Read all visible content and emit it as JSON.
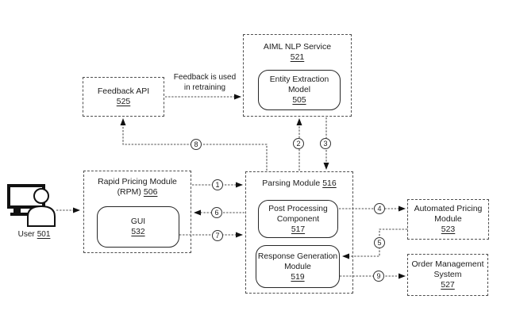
{
  "diagram": {
    "nodes": {
      "user": {
        "label": "User",
        "ref": "501"
      },
      "feedback_api": {
        "title": "Feedback API",
        "ref": "525"
      },
      "aiml_nlp_service": {
        "title": "AIML NLP Service",
        "ref": "521"
      },
      "entity_extraction_model": {
        "line1": "Entity Extraction",
        "line2": "Model",
        "ref": "505"
      },
      "rapid_pricing_module": {
        "title": "Rapid Pricing Module",
        "subtitle_prefix": "(RPM)",
        "ref": "506"
      },
      "gui": {
        "title": "GUI",
        "ref": "532"
      },
      "parsing_module": {
        "title": "Parsing Module",
        "ref": "516"
      },
      "post_processing_component": {
        "line1": "Post Processing",
        "line2": "Component",
        "ref": "517"
      },
      "response_generation_module": {
        "line1": "Response Generation",
        "line2": "Module",
        "ref": "519"
      },
      "automated_pricing_module": {
        "line1": "Automated Pricing",
        "line2": "Module",
        "ref": "523"
      },
      "order_management_system": {
        "line1": "Order Management",
        "line2": "System",
        "ref": "527"
      }
    },
    "annotations": {
      "feedback_note_line1": "Feedback is used",
      "feedback_note_line2": "in retraining"
    },
    "connectors": [
      {
        "label": "1",
        "from": "rapid-pricing-module",
        "to": "parsing-module"
      },
      {
        "label": "2",
        "from": "parsing-module",
        "to": "aiml-nlp-service"
      },
      {
        "label": "3",
        "from": "aiml-nlp-service",
        "to": "parsing-module"
      },
      {
        "label": "4",
        "from": "post-processing-component",
        "to": "automated-pricing-module"
      },
      {
        "label": "5",
        "from": "automated-pricing-module",
        "to": "response-generation-module"
      },
      {
        "label": "6",
        "from": "parsing-module",
        "to": "rapid-pricing-module"
      },
      {
        "label": "7",
        "from": "gui",
        "to": "parsing-module"
      },
      {
        "label": "8",
        "from": "parsing-module",
        "to": "feedback-api"
      },
      {
        "label": "9",
        "from": "response-generation-module",
        "to": "order-management-system"
      }
    ],
    "colors": {
      "line": "#4f4f4f",
      "arrowhead": "#111111",
      "box_border": "#4f4f4f",
      "inner_border": "#262626",
      "text": "#1c1c1c",
      "background": "#ffffff"
    }
  }
}
